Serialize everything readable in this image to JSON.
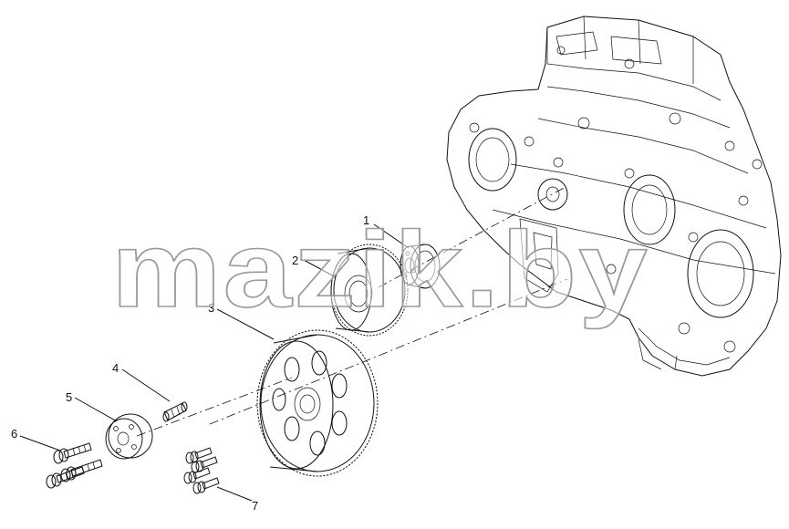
{
  "callouts": {
    "c1": "1",
    "c2": "2",
    "c3": "3",
    "c4": "4",
    "c5": "5",
    "c6": "6",
    "c7": "7"
  },
  "watermark": "mazik.by",
  "colors": {
    "line": "#111111",
    "watermark_outline": "#9a9a9a",
    "background": "#ffffff"
  }
}
